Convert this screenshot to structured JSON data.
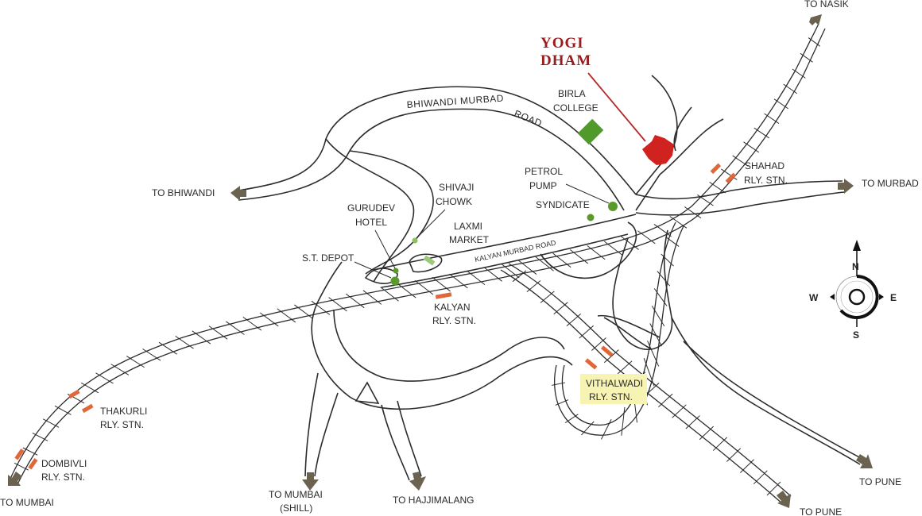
{
  "title": {
    "line1": "YOGI",
    "line2": "DHAM"
  },
  "roads": {
    "bhiwandi_murbad": "BHIWANDI MURBAD ROAD",
    "kalyan_murbad": "KALYAN MURBAD ROAD"
  },
  "places": {
    "birla_college": [
      "BIRLA",
      "COLLEGE"
    ],
    "petrol_pump": [
      "PETROL",
      "PUMP"
    ],
    "syndicate": "SYNDICATE",
    "shivaji_chowk": [
      "SHIVAJI",
      "CHOWK"
    ],
    "laxmi_market": [
      "LAXMI",
      "MARKET"
    ],
    "gurudev_hotel": [
      "GURUDEV",
      "HOTEL"
    ],
    "st_depot": "S.T. DEPOT"
  },
  "stations": {
    "shahad": [
      "SHAHAD",
      "RLY. STN."
    ],
    "kalyan": [
      "KALYAN",
      "RLY. STN."
    ],
    "vithalwadi": [
      "VITHALWADI",
      "RLY. STN."
    ],
    "thakurli": [
      "THAKURLI",
      "RLY. STN."
    ],
    "dombivli": [
      "DOMBIVLI",
      "RLY. STN."
    ]
  },
  "destinations": {
    "nasik": "TO NASIK",
    "bhiwandi": "TO BHIWANDI",
    "murbad": "TO MURBAD",
    "mumbai": "TO MUMBAI",
    "mumbai_shill": [
      "TO MUMBAI",
      "(SHILL)"
    ],
    "hajjimalang": "TO HAJJIMALANG",
    "pune_right": "TO PUNE",
    "pune_bottom": "TO PUNE"
  },
  "compass": {
    "n": "N",
    "s": "S",
    "e": "E",
    "w": "W"
  },
  "colors": {
    "highlight": "#d0221f",
    "title": "#9b1c1c",
    "college": "#4f9a2a",
    "poi_dot": "#5a9a2a",
    "station": "#e0673a",
    "arrow": "#6b6350",
    "vithalwadi_bg": "#f6f3b3"
  }
}
